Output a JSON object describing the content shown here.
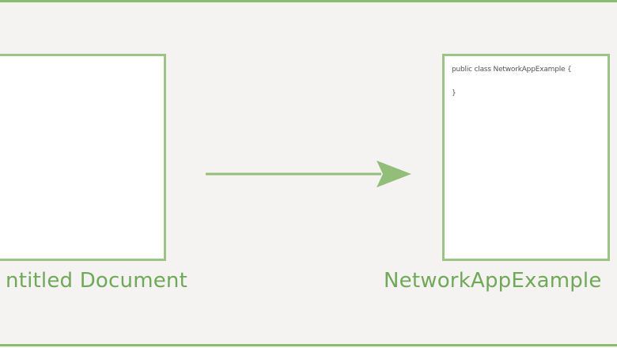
{
  "left_document": {
    "caption": "ntitled Document"
  },
  "right_document": {
    "caption": "NetworkAppExample",
    "code_lines": [
      "public class NetworkAppExample {",
      "}"
    ]
  },
  "colors": {
    "accent": "#8cba6f",
    "caption": "#6fa957",
    "background": "#f4f3f1"
  }
}
